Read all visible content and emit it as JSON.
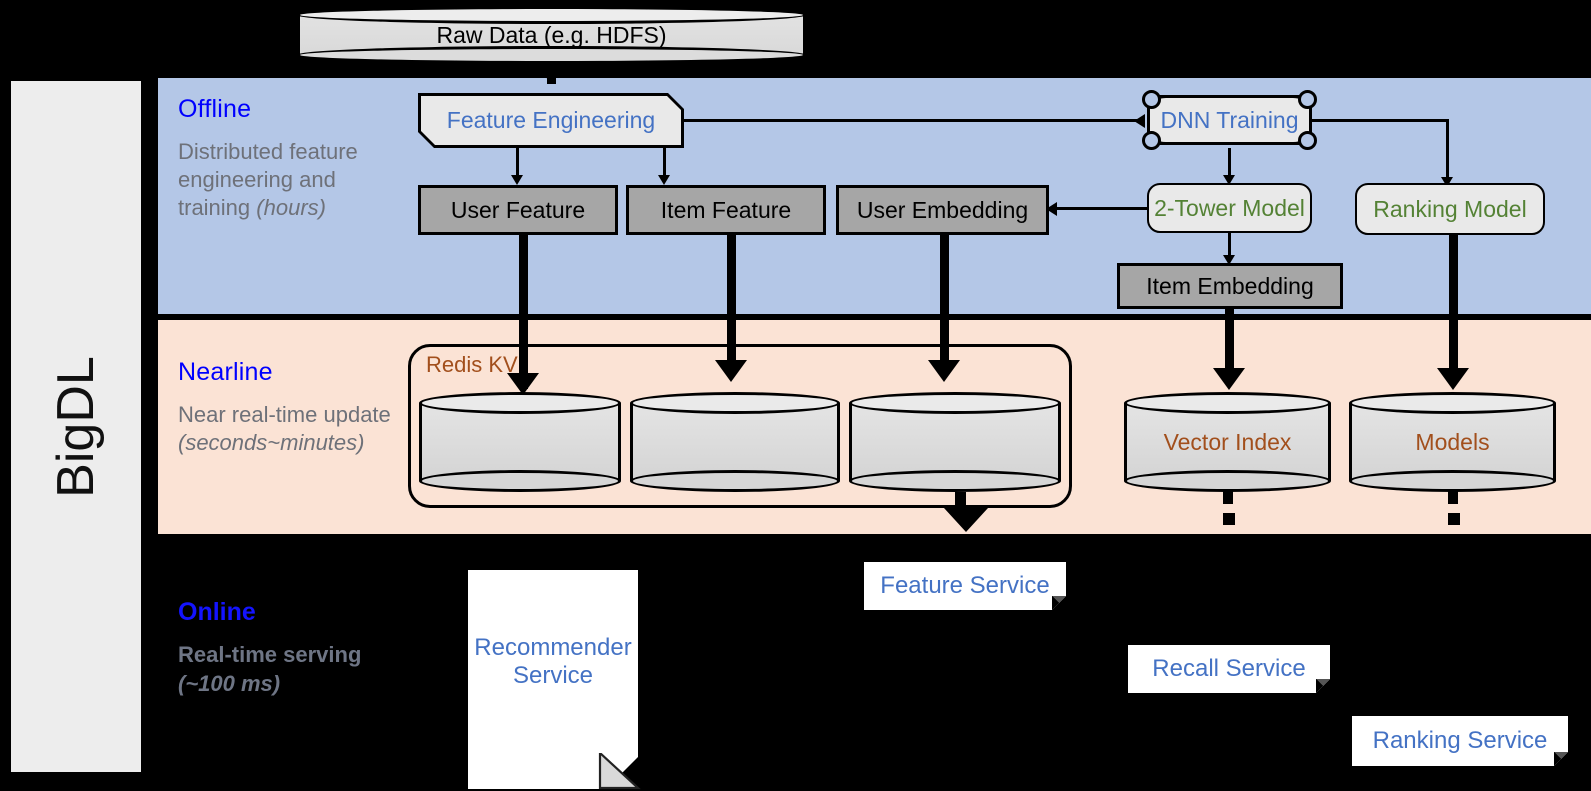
{
  "framework": {
    "name": "BigDL"
  },
  "source": {
    "label": "Raw Data (e.g. HDFS)"
  },
  "sections": {
    "offline": {
      "title": "Offline",
      "description": "Distributed feature engineering and training ",
      "description_em": "(hours)",
      "nodes": {
        "feature_engineering": "Feature Engineering",
        "dnn_training": "DNN Training",
        "user_feature": "User Feature",
        "item_feature": "Item Feature",
        "user_embedding": "User Embedding",
        "two_tower_model": "2-Tower Model",
        "ranking_model": "Ranking Model",
        "item_embedding": "Item Embedding"
      }
    },
    "nearline": {
      "title": "Nearline",
      "description": "Near real-time update ",
      "description_em": "(seconds~minutes)",
      "nodes": {
        "redis_kv": "Redis KV",
        "vector_index": "Vector Index",
        "models": "Models"
      }
    },
    "online": {
      "title": "Online",
      "description": "Real-time serving ",
      "description_em": "(~100 ms)",
      "nodes": {
        "recommender_service": "Recommender Service",
        "recommender_service_l1": "Recommender",
        "recommender_service_l2": "Service",
        "feature_service": "Feature Service",
        "recall_service": "Recall Service",
        "ranking_service": "Ranking Service"
      }
    }
  },
  "colors": {
    "offline_band": "#B4C7E7",
    "nearline_band": "#FBE3D5",
    "online_band": "#000000",
    "section_title": "#0000FF",
    "process_text": "#4472C4",
    "model_text": "#548235",
    "store_text": "#A24F1C",
    "data_fill": "#A6A6A6",
    "rail_fill": "#EDEDED"
  }
}
